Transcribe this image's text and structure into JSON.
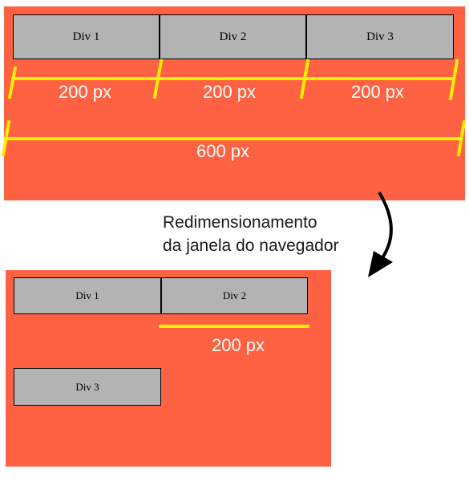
{
  "top": {
    "divs": [
      "Div 1",
      "Div 2",
      "Div 3"
    ],
    "widths": [
      "200 px",
      "200 px",
      "200 px"
    ],
    "total_width": "600 px"
  },
  "caption": {
    "line1": "Redimensionamento",
    "line2": "da janela do navegador"
  },
  "bottom": {
    "divs": [
      "Div 1",
      "Div 2",
      "Div 3"
    ],
    "width": "200 px"
  },
  "colors": {
    "panel": "#ff6242",
    "box": "#b3b3b3",
    "measure": "#ffee00",
    "arrow": "#000000"
  }
}
